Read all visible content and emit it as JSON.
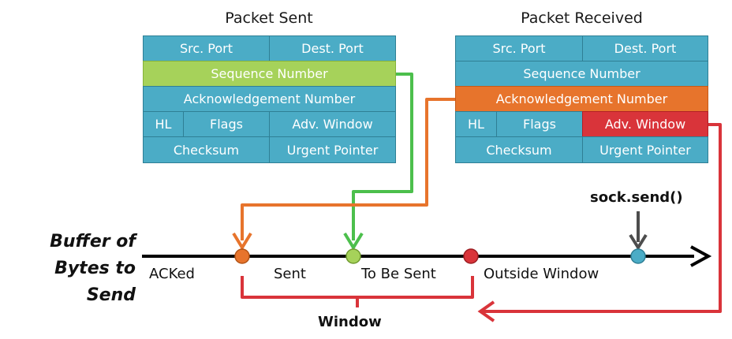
{
  "header_sent": {
    "title": "Packet Sent",
    "src_port": "Src. Port",
    "dest_port": "Dest. Port",
    "sequence_number": "Sequence Number",
    "ack_number": "Acknowledgement Number",
    "hl": "HL",
    "flags": "Flags",
    "adv_window": "Adv. Window",
    "checksum": "Checksum",
    "urgent_pointer": "Urgent Pointer"
  },
  "header_received": {
    "title": "Packet Received",
    "src_port": "Src. Port",
    "dest_port": "Dest. Port",
    "sequence_number": "Sequence Number",
    "ack_number": "Acknowledgement Number",
    "hl": "HL",
    "flags": "Flags",
    "adv_window": "Adv. Window",
    "checksum": "Checksum",
    "urgent_pointer": "Urgent Pointer"
  },
  "buffer": {
    "label_line1": "Buffer of",
    "label_line2": "Bytes to Send",
    "regions": {
      "acked": "ACKed",
      "sent": "Sent",
      "to_be_sent": "To Be Sent",
      "outside_window": "Outside Window"
    },
    "sock_send_label": "sock.send()",
    "window_label": "Window"
  },
  "colors": {
    "header_blue": "#4bacc6",
    "sequence_green": "#a6d25a",
    "ack_orange": "#e7742c",
    "adv_window_red": "#d9343a",
    "pointer_green": "#4cbf4c",
    "pointer_orange": "#e7742c",
    "pointer_red": "#d9343a",
    "send_pointer": "#4d4d4d",
    "send_dot": "#4bacc6"
  }
}
